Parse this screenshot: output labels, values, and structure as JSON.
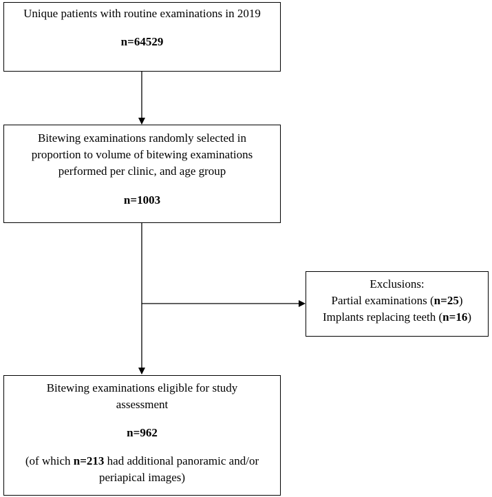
{
  "box1": {
    "title": "Unique patients with routine examinations in 2019",
    "n": "n=64529"
  },
  "box2": {
    "line1": "Bitewing examinations randomly selected in",
    "line2": "proportion to volume of bitewing examinations",
    "line3": "performed per clinic, and age group",
    "n": "n=1003"
  },
  "exclusions": {
    "title": "Exclusions:",
    "item1_text": "Partial examinations (",
    "item1_n": "n=25",
    "item1_close": ")",
    "item2_text": "Implants replacing teeth (",
    "item2_n": "n=16",
    "item2_close": ")"
  },
  "box3": {
    "line1": "Bitewing examinations eligible for study",
    "line2": "assessment",
    "n": "n=962",
    "note_prefix": "(of which ",
    "note_n": "n=213",
    "note_rest": " had additional panoramic and/or",
    "note_line2": "periapical images)"
  }
}
